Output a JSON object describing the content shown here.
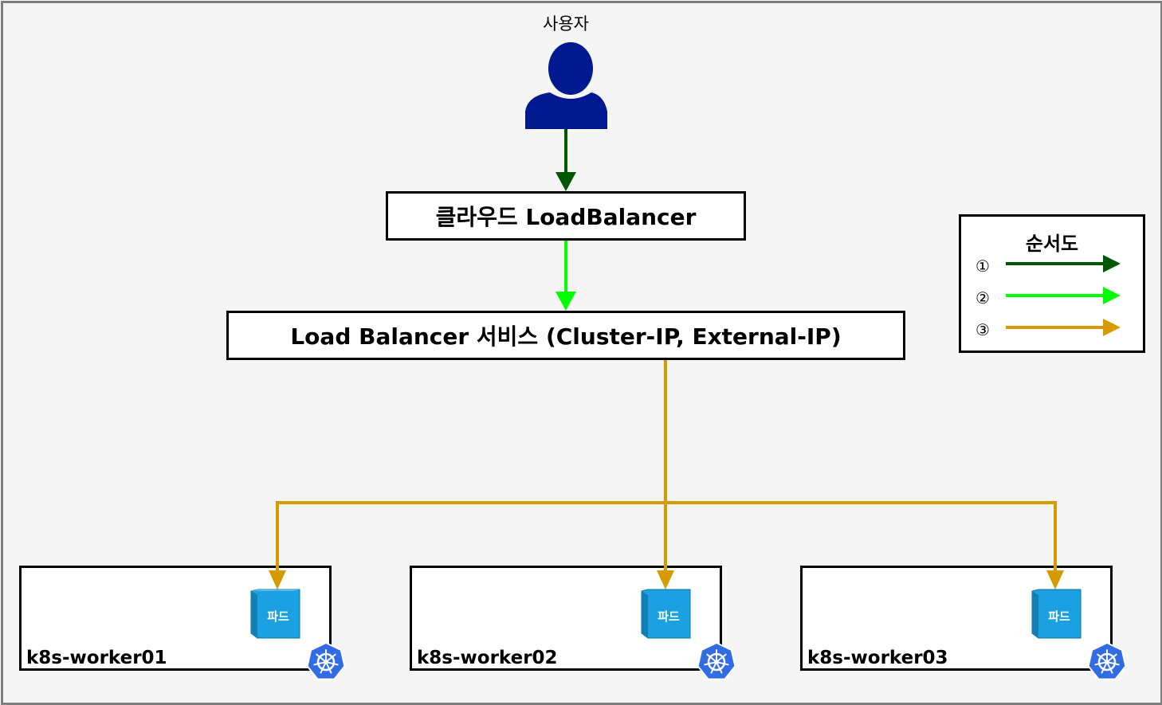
{
  "user": {
    "label": "사용자"
  },
  "cloud_lb": {
    "label": "클라우드 LoadBalancer"
  },
  "lb_service": {
    "label": "Load Balancer 서비스 (Cluster-IP, External-IP)"
  },
  "workers": [
    {
      "name": "k8s-worker01",
      "pod_label": "파드"
    },
    {
      "name": "k8s-worker02",
      "pod_label": "파드"
    },
    {
      "name": "k8s-worker03",
      "pod_label": "파드"
    }
  ],
  "legend": {
    "title": "순서도",
    "items": [
      {
        "num": "①",
        "color": "#005700"
      },
      {
        "num": "②",
        "color": "#00ff00"
      },
      {
        "num": "③",
        "color": "#d79b00"
      }
    ]
  },
  "colors": {
    "user_icon": "#00188f",
    "step1": "#005700",
    "step2": "#00ff00",
    "step3": "#d79b00",
    "pod_fill": "#1ba1e2",
    "k8s_badge": "#326ce5"
  }
}
